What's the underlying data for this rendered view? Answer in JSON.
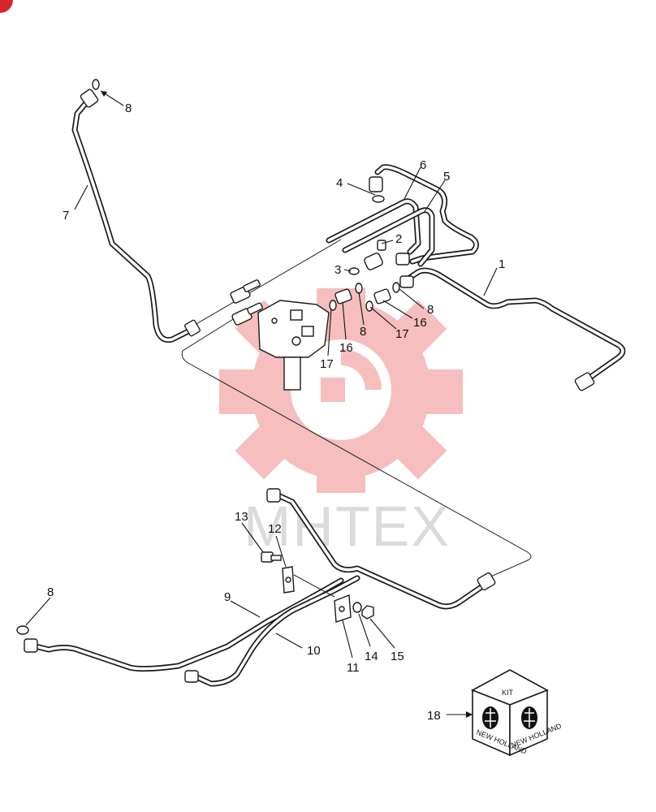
{
  "callouts": {
    "c1": "1",
    "c2": "2",
    "c3": "3",
    "c4": "4",
    "c5": "5",
    "c6": "6",
    "c7": "7",
    "c8a": "8",
    "c8b": "8",
    "c8c": "8",
    "c8d": "8",
    "c9": "9",
    "c10": "10",
    "c11": "11",
    "c12": "12",
    "c13": "13",
    "c14": "14",
    "c15": "15",
    "c16a": "16",
    "c16b": "16",
    "c17a": "17",
    "c17b": "17",
    "c18": "18"
  },
  "kit": {
    "label": "KIT",
    "brand_left": "NEW HOLLAND",
    "brand_right": "NEW HOLLAND"
  },
  "watermark": {
    "text": "MHTEX",
    "color": "#e8393a"
  },
  "colors": {
    "line": "#1a1a1a",
    "watermark_red": "#f0898a",
    "corner_badge": "#d9262c"
  }
}
